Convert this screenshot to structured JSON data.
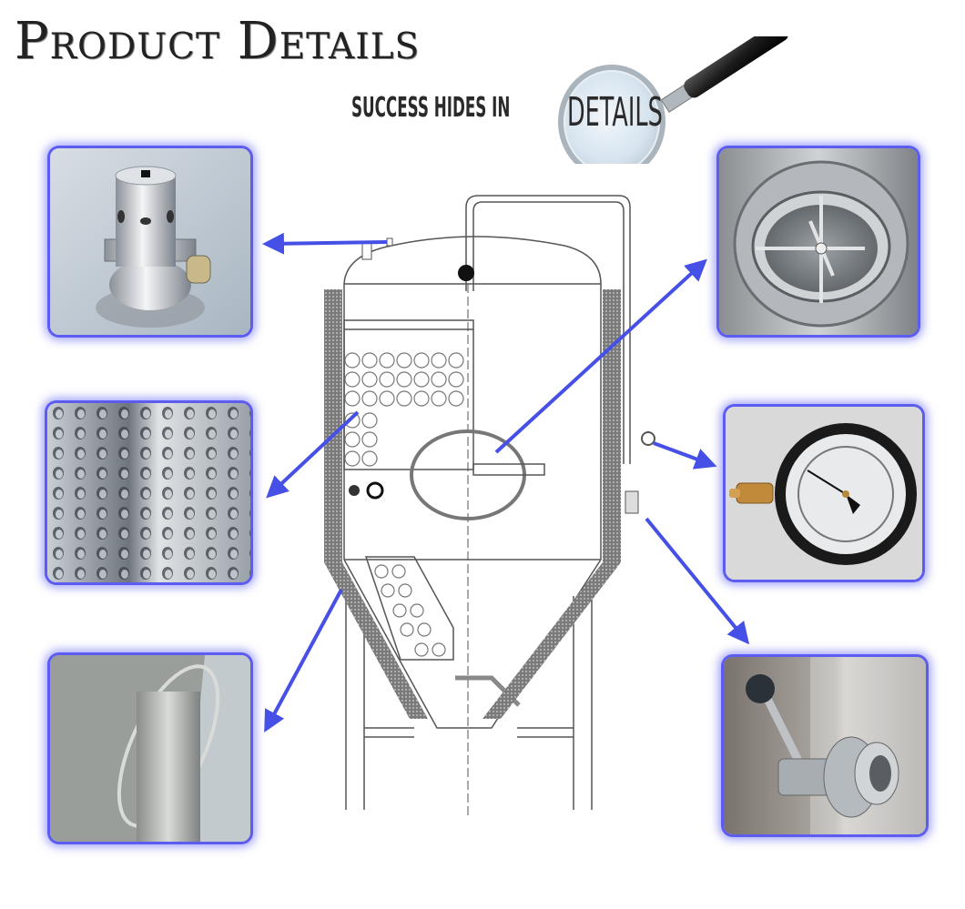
{
  "header": {
    "title": "Product Details",
    "tagline": "SUCCESS HIDES IN",
    "tagline_emphasis": "DETAILS"
  },
  "colors": {
    "arrow": "#4650e6",
    "frame_glow": "#5c5cf0",
    "title_text": "#222222"
  },
  "callouts": [
    {
      "id": "safety-valve",
      "position": "top-left",
      "subject": "safety / breathing valve on tank top"
    },
    {
      "id": "dimple-jacket",
      "position": "middle-left",
      "subject": "dimple cooling jacket"
    },
    {
      "id": "leg-weld",
      "position": "bottom-left",
      "subject": "tank leg welded to cone"
    },
    {
      "id": "manway",
      "position": "top-right",
      "subject": "side manway door"
    },
    {
      "id": "pressure-gauge",
      "position": "middle-right",
      "subject": "pressure gauge"
    },
    {
      "id": "butterfly-valve",
      "position": "bottom-right",
      "subject": "sample / butterfly valve"
    }
  ],
  "diagram": {
    "subject": "conical fermentation tank line drawing"
  }
}
